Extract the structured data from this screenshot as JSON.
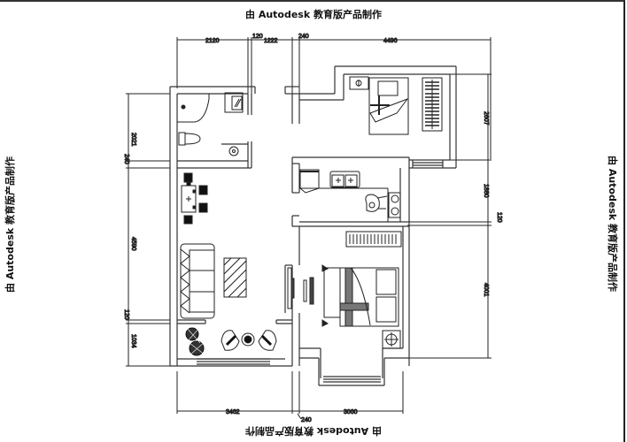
{
  "watermark": {
    "top": "由 Autodesk 教育版产品制作",
    "bottom": "由 Autodesk 教育版产品制作",
    "left": "由 Autodesk 教育版产品制作",
    "right": "由 Autodesk 教育版产品制作"
  },
  "dimensions": {
    "top": [
      "2120",
      "120",
      "1222",
      "240",
      "4496"
    ],
    "left": [
      "2021",
      "240",
      "4590",
      "120",
      "1034"
    ],
    "right": [
      "2607",
      "1880",
      "120",
      "4001"
    ],
    "bottom": [
      "3462",
      "240",
      "3060"
    ]
  },
  "rooms": {
    "bathroom": {
      "fixtures": [
        "shower",
        "toilet",
        "washbasin",
        "washing-machine"
      ]
    },
    "dining": {
      "fixtures": [
        "dining-table",
        "chairs"
      ]
    },
    "living": {
      "fixtures": [
        "sofa",
        "coffee-table",
        "tv-cabinet",
        "armchairs",
        "side-table",
        "plant"
      ]
    },
    "kitchen": {
      "fixtures": [
        "fridge",
        "double-sink",
        "stove",
        "cook"
      ]
    },
    "bedroom_north": {
      "fixtures": [
        "single-bed",
        "nightstand",
        "wardrobe"
      ]
    },
    "bedroom_south": {
      "fixtures": [
        "double-bed",
        "tv-stand",
        "nightstand",
        "wardrobe"
      ]
    }
  },
  "colors": {
    "line": "#222222",
    "wall": "#333333",
    "fill_dark": "#111111",
    "background": "#ffffff"
  }
}
